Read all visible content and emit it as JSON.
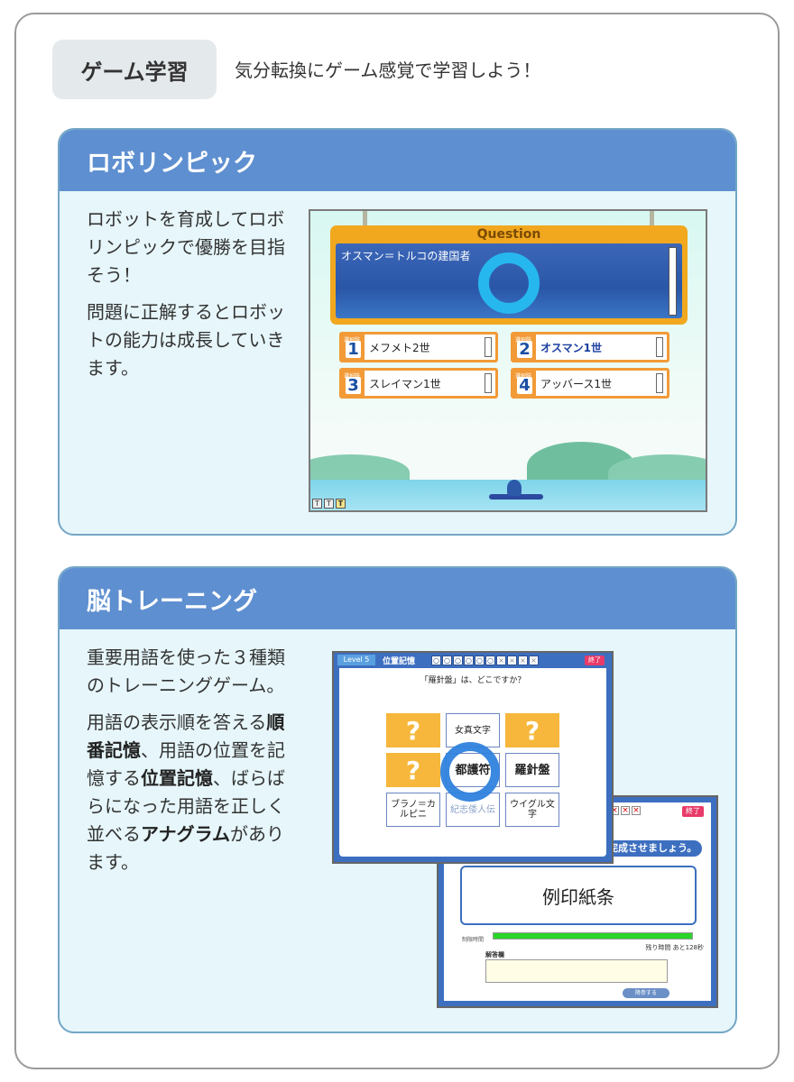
{
  "header": {
    "tag": "ゲーム学習",
    "subtitle": "気分転換にゲーム感覚で学習しよう！"
  },
  "robolympic": {
    "title": "ロボリンピック",
    "paragraphs": [
      "ロボットを育成してロボリンピックで優勝を目指そう！",
      "問題に正解するとロボットの能力は成長していきます。"
    ],
    "screen": {
      "question_label": "Question",
      "question_text": "オスマン＝トルコの建国者",
      "choice_tag": "選択肢",
      "choices": [
        {
          "num": "1",
          "label": "メフメト2世"
        },
        {
          "num": "2",
          "label": "オスマン1世"
        },
        {
          "num": "3",
          "label": "スレイマン1世"
        },
        {
          "num": "4",
          "label": "アッバース1世"
        }
      ],
      "icons": [
        "T",
        "T",
        "T"
      ]
    }
  },
  "brain": {
    "title": "脳トレーニング",
    "para1": "重要用語を使った３種類のトレーニングゲーム。",
    "para2_parts": [
      "用語の表示順を答える",
      "順番記憶",
      "、用語の位置を記憶する",
      "位置記憶",
      "、ばらばらになった用語を正しく並べる",
      "アナグラム",
      "があります。"
    ],
    "position_screen": {
      "level": "Level 5",
      "mode": "位置記憶",
      "dots": [
        "○",
        "○",
        "○",
        "○",
        "○",
        "○",
        "×",
        "×",
        "×",
        "×"
      ],
      "end_label": "終了",
      "question": "「羅針盤」は、どこですか？",
      "cells": [
        "?",
        "女真文字",
        "?",
        "?",
        "都護符",
        "羅針盤",
        "ブラノ＝カルピニ",
        "紀志倭人伝",
        "ウイグル文字"
      ]
    },
    "anagram_screen": {
      "end_label": "終了",
      "marks": [
        "×",
        "×",
        "×"
      ],
      "instruction": "完成させましょう。",
      "word": "例印紙条",
      "timer_label": "制限時間",
      "remaining": "残り時間 あと128秒",
      "answer_label": "解答欄",
      "button": "降参する"
    }
  }
}
